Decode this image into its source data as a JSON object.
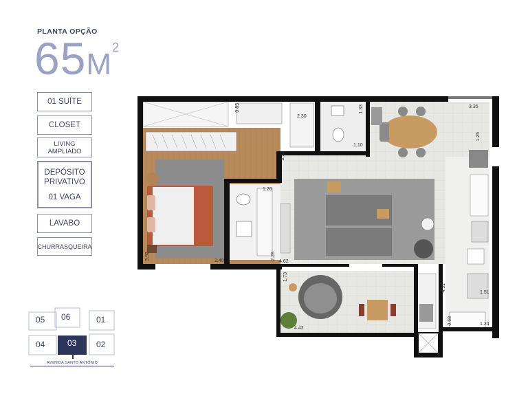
{
  "header": {
    "kicker": "PLANTA OPÇÃO",
    "area_number": "65",
    "area_unit": "M",
    "area_sup": "2"
  },
  "features": [
    {
      "label": "01 SUÍTE"
    },
    {
      "label": "CLOSET"
    },
    {
      "line1": "LIVING",
      "line2": "AMPLIADO"
    },
    {
      "line1": "DEPÓSITO",
      "line2": "PRIVATIVO",
      "line3": "01 VAGA"
    },
    {
      "label": "LAVABO"
    },
    {
      "label": "CHURRASQUEIRA"
    }
  ],
  "key_plan": {
    "units": [
      "05",
      "06",
      "01",
      "04",
      "03",
      "02"
    ],
    "selected": "03",
    "street": "AVENIDA SANTO ANTÔNIO"
  },
  "dimensions": {
    "d_085": "0.85",
    "d_230": "2.30",
    "d_133": "1.33",
    "d_110": "1.10",
    "d_335": "3.35",
    "d_125": "1.25",
    "d_332": "3.32",
    "d_126": "1.26",
    "d_392": "3.92",
    "d_240": "2.40",
    "d_228": "2.28",
    "d_462": "4.62",
    "d_173": "1.73",
    "d_431": "4.31",
    "d_151": "1.51",
    "d_068": "0.68",
    "d_124": "1.24",
    "d_442": "4.42"
  },
  "colors": {
    "brand_dark": "#3d4566",
    "brand_light": "#9aa2c6",
    "wall": "#111111",
    "floor_wood": "#b48a5c",
    "floor_tile": "#e6e6e4",
    "rug": "#9a9a9a"
  }
}
